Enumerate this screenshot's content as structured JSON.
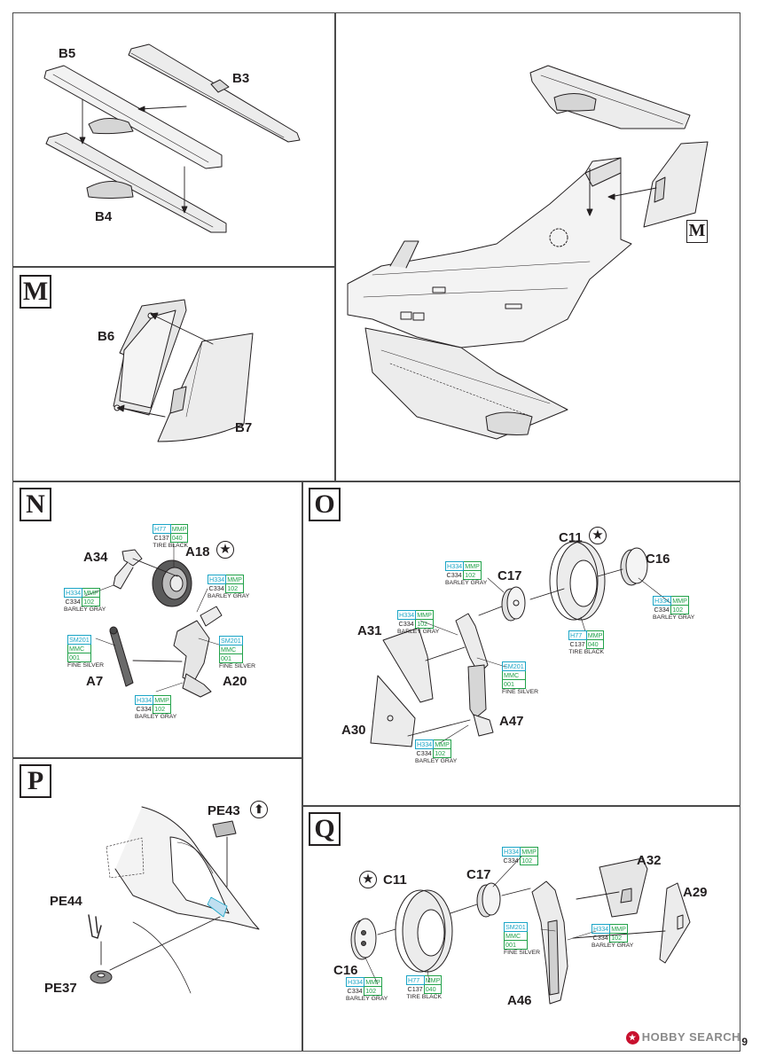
{
  "steps": {
    "M": "M",
    "N": "N",
    "O": "O",
    "P": "P",
    "Q": "Q"
  },
  "parts": {
    "B5": "B5",
    "B3": "B3",
    "B4": "B4",
    "B6": "B6",
    "B7": "B7",
    "A34": "A34",
    "A18": "A18",
    "A7": "A7",
    "A20": "A20",
    "C11": "C11",
    "C17": "C17",
    "C16": "C16",
    "A31": "A31",
    "A30": "A30",
    "A47": "A47",
    "PE43": "PE43",
    "PE44": "PE44",
    "PE37": "PE37",
    "A32": "A32",
    "A29": "A29",
    "A46": "A46"
  },
  "paints": {
    "barley_gray": {
      "h": "H334",
      "mmp_head": "MMP",
      "c": "C334",
      "mmp": "102",
      "name": "BARLEY GRAY"
    },
    "tire_black": {
      "h": "H77",
      "mmp_head": "MMP",
      "c": "C137",
      "mmp": "040",
      "name": "TIRE BLACK"
    },
    "fine_silver": {
      "sm": "SM201",
      "mmc": "MMC",
      "num": "001",
      "name": "FINE SILVER"
    }
  },
  "colors": {
    "hobby_code": "#1ba5c6",
    "mmp_code": "#22a24a",
    "line": "#231f20",
    "brand": "#c8102e"
  },
  "footer": {
    "watermark": "HOBBY SEARCH",
    "page": "9"
  }
}
